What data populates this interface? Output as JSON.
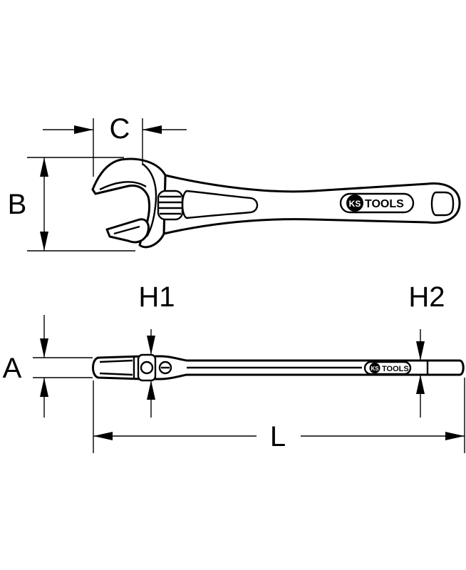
{
  "dimensions": {
    "C": "C",
    "B": "B",
    "A": "A",
    "H1": "H1",
    "H2": "H2",
    "L": "L"
  },
  "logo": {
    "brand_ks": "KS",
    "brand_tools": "TOOLS"
  }
}
